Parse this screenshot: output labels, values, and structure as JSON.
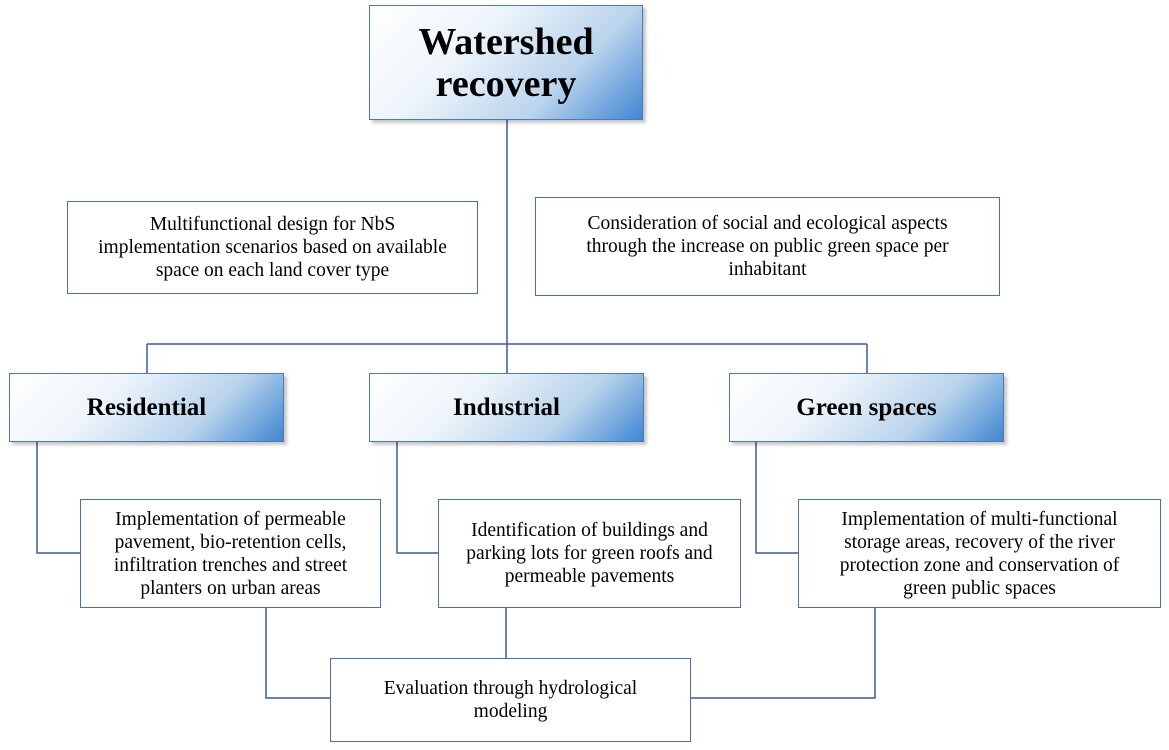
{
  "root": {
    "line1": "Watershed",
    "line2": "recovery"
  },
  "considerations": {
    "multifunctional": {
      "lines": [
        "Multifunctional design for NbS",
        "implementation scenarios based on available",
        "space on each land cover type"
      ]
    },
    "social": {
      "lines": [
        "Consideration of social and ecological aspects",
        "through the increase on public green space per",
        "inhabitant"
      ]
    }
  },
  "categories": [
    {
      "label": "Residential",
      "detail": [
        "Implementation of permeable",
        "pavement, bio-retention cells,",
        "infiltration trenches and street",
        "planters on urban areas"
      ]
    },
    {
      "label": "Industrial",
      "detail": [
        "Identification of buildings and",
        "parking lots for green roofs and",
        "permeable pavements"
      ]
    },
    {
      "label": "Green spaces",
      "detail": [
        "Implementation of multi-functional",
        "storage areas, recovery of the river",
        "protection zone and conservation of",
        "green public spaces"
      ]
    }
  ],
  "evaluation": {
    "lines": [
      "Evaluation through hydrological",
      "modeling"
    ]
  },
  "colors": {
    "line": "#3a5a9a",
    "box_border": "#4a72a8",
    "gradient_dark": "#3f86d3"
  }
}
